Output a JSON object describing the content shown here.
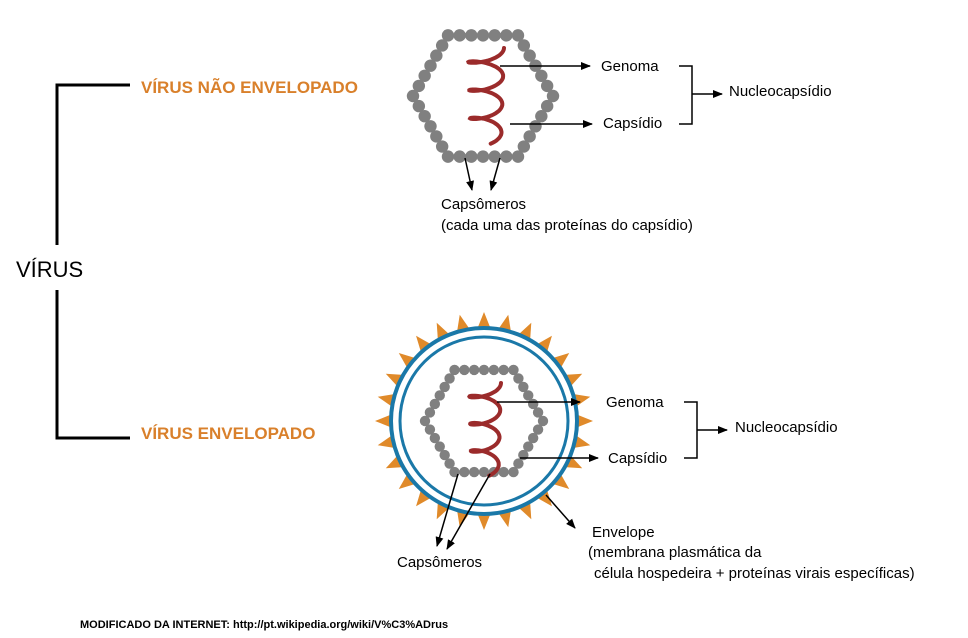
{
  "root_label": "VÍRUS",
  "colors": {
    "branch_label": "#d9802b",
    "capsomere": "#808080",
    "genome": "#9b2b2b",
    "envelope": "#1a78a8",
    "spike": "#e08a2a"
  },
  "non_enveloped": {
    "title": "VÍRUS NÃO ENVELOPADO",
    "genoma_label": "Genoma",
    "capsidio_label": "Capsídio",
    "nucleocapsidio_label": "Nucleocapsídio",
    "capsomeros_label": "Capsômeros",
    "capsomeros_note": "(cada uma das proteínas do capsídio)"
  },
  "enveloped": {
    "title": "VÍRUS ENVELOPADO",
    "genoma_label": "Genoma",
    "capsidio_label": "Capsídio",
    "nucleocapsidio_label": "Nucleocapsídio",
    "capsomeros_label": "Capsômeros",
    "envelope_label": "Envelope",
    "envelope_note_1": "(membrana plasmática da",
    "envelope_note_2": "célula hospedeira + proteínas virais específicas)"
  },
  "source": "MODIFICADO DA INTERNET: http://pt.wikipedia.org/wiki/V%C3%ADrus"
}
